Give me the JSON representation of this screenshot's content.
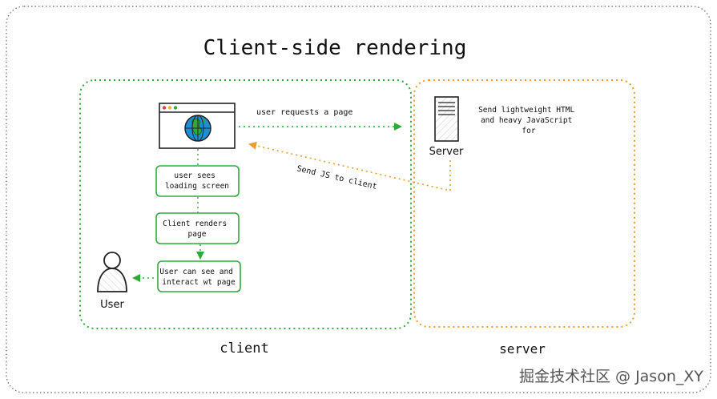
{
  "title": "Client-side rendering",
  "regions": {
    "client_label": "client",
    "server_label": "server"
  },
  "browser": {
    "icon": "browser-globe-icon"
  },
  "server_node": {
    "icon": "server-tower-icon",
    "label": "Server"
  },
  "user_node": {
    "icon": "user-person-icon",
    "label": "User"
  },
  "arrows": {
    "request_label": "user requests a page",
    "send_js_label": "Send JS to client"
  },
  "server_note": [
    "Send lightweight HTML",
    "and heavy JavaScript",
    "for"
  ],
  "steps": [
    {
      "lines": [
        "user sees",
        "loading screen"
      ]
    },
    {
      "lines": [
        "Client renders",
        "page"
      ]
    },
    {
      "lines": [
        "User can see and",
        "interact wt page"
      ]
    }
  ],
  "watermark": "掘金技术社区 @ Jason_XY",
  "colors": {
    "client_green": "#2faa3a",
    "server_orange": "#f29a2e",
    "globe_blue": "#1e8fd4",
    "outer_border": "#666666"
  }
}
